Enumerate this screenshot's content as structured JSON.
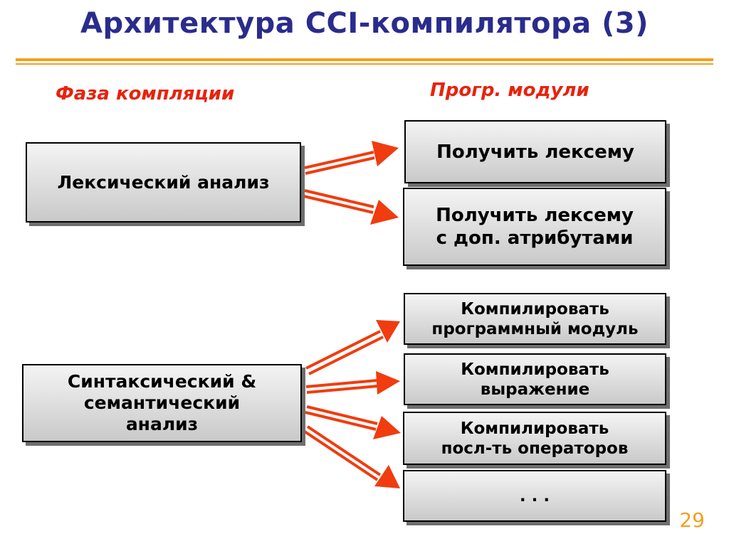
{
  "title": "Архитектура CCI-компилятора (3)",
  "headings": {
    "left": "Фаза компляции",
    "right": "Прогр. модули"
  },
  "phases": {
    "lexical": "Лексический анализ",
    "syntax_line1": "Синтаксический &",
    "syntax_line2": "семантический",
    "syntax_line3": "анализ"
  },
  "modules": {
    "get_token": "Получить лексему",
    "get_token_attr_line1": "Получить лексему",
    "get_token_attr_line2": "с доп. атрибутами",
    "compile_module_line1": "Компилировать",
    "compile_module_line2": "программный модуль",
    "compile_expr_line1": "Компилировать",
    "compile_expr_line2": "выражение",
    "compile_seq_line1": "Компилировать",
    "compile_seq_line2": "посл-ть операторов",
    "ellipsis": ". . ."
  },
  "page_number": "29",
  "colors": {
    "title": "#2a2c8c",
    "heading": "#e8220c",
    "arrow": "#f03c0f",
    "rule": "#f0a020",
    "page_number": "#f0a020"
  }
}
